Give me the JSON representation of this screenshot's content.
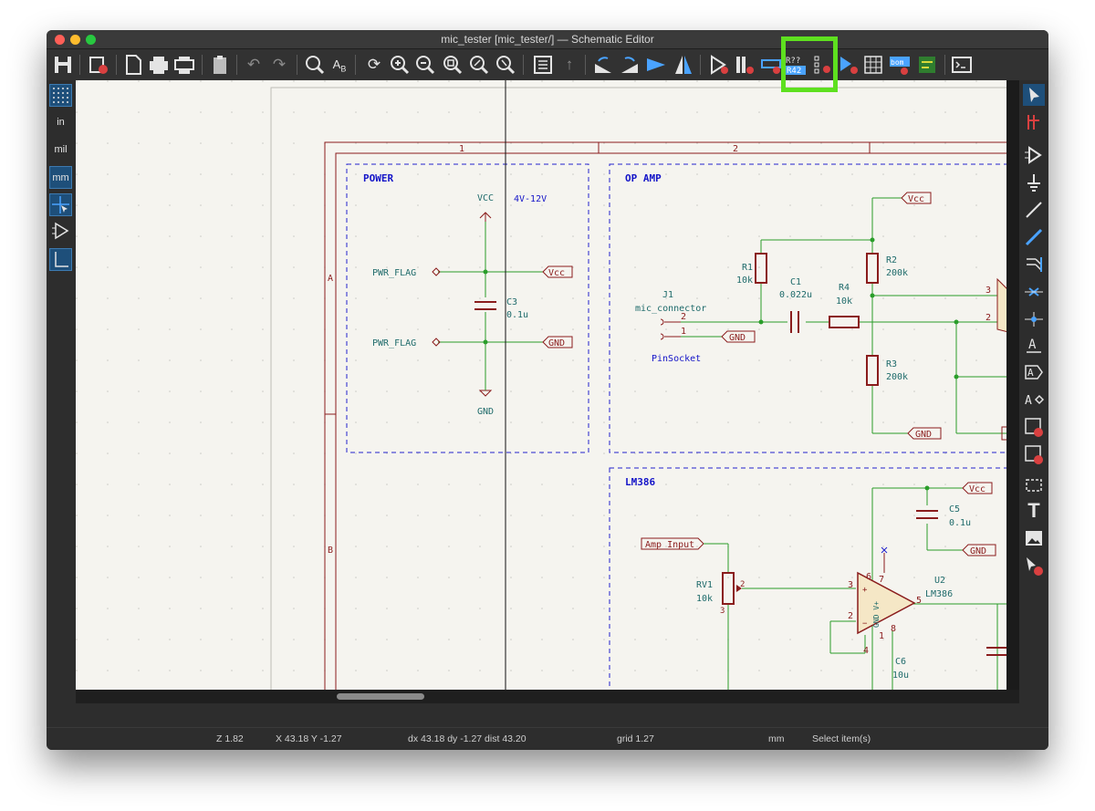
{
  "window": {
    "title": "mic_tester [mic_tester/] — Schematic Editor",
    "traffic_colors": [
      "#ff5f57",
      "#febc2e",
      "#28c840"
    ]
  },
  "toolbar": {
    "annotate_icon_top": "R??",
    "annotate_icon_bottom": "R42",
    "bom_icon_label": "bom"
  },
  "left_toolbar": {
    "units_in": "in",
    "units_mil": "mil",
    "units_mm": "mm"
  },
  "schematic": {
    "border_col_1": "1",
    "border_col_2": "2",
    "border_row_a": "A",
    "border_row_b": "B",
    "power": {
      "title": "POWER",
      "vcc_label": "VCC",
      "vcc_range": "4V-12V",
      "pwr_flag_1": "PWR_FLAG",
      "pwr_flag_2": "PWR_FLAG",
      "vcc_port": "Vcc",
      "gnd_port": "GND",
      "c3_ref": "C3",
      "c3_val": "0.1u",
      "gnd_label": "GND"
    },
    "opamp": {
      "title": "OP AMP",
      "vcc_port": "Vcc",
      "r1_ref": "R1",
      "r1_val": "10k",
      "c1_ref": "C1",
      "c1_val": "0.022u",
      "r4_ref": "R4",
      "r4_val": "10k",
      "r2_ref": "R2",
      "r2_val": "200k",
      "r3_ref": "R3",
      "r3_val": "200k",
      "j1_ref": "J1",
      "j1_val": "mic_connector",
      "j1_footprint": "PinSocket",
      "j1_pin2": "2",
      "j1_pin1": "1",
      "gnd_port_1": "GND",
      "gnd_port_2": "GND",
      "pin3": "3",
      "pin2": "2"
    },
    "lm386": {
      "title": "LM386",
      "vcc_port": "Vcc",
      "c5_ref": "C5",
      "c5_val": "0.1u",
      "gnd_port": "GND",
      "amp_input": "Amp Input",
      "rv1_ref": "RV1",
      "rv1_val": "10k",
      "rv1_pin2": "2",
      "rv1_pin3": "3",
      "u2_ref": "U2",
      "u2_val": "LM386",
      "c6_ref": "C6",
      "c6_val": "10u",
      "pin3": "3",
      "pin2": "2",
      "pin4": "4",
      "pin5": "5",
      "pin6": "6",
      "pin7": "7",
      "pin1": "1",
      "pin8": "8",
      "chip_text": "GND V+"
    }
  },
  "status": {
    "zoom": "Z 1.82",
    "coords": "X 43.18  Y -1.27",
    "delta": "dx 43.18  dy -1.27  dist 43.20",
    "grid": "grid 1.27",
    "units": "mm",
    "mode": "Select item(s)"
  },
  "colors": {
    "wire": "#2a9d2a",
    "component": "#8a1c1c",
    "sheet_border": "#8a1c1c",
    "label_blue": "#1414c8",
    "dashed": "#2222cc",
    "text_teal": "#1f6b6b",
    "highlight": "#5ee01f"
  }
}
